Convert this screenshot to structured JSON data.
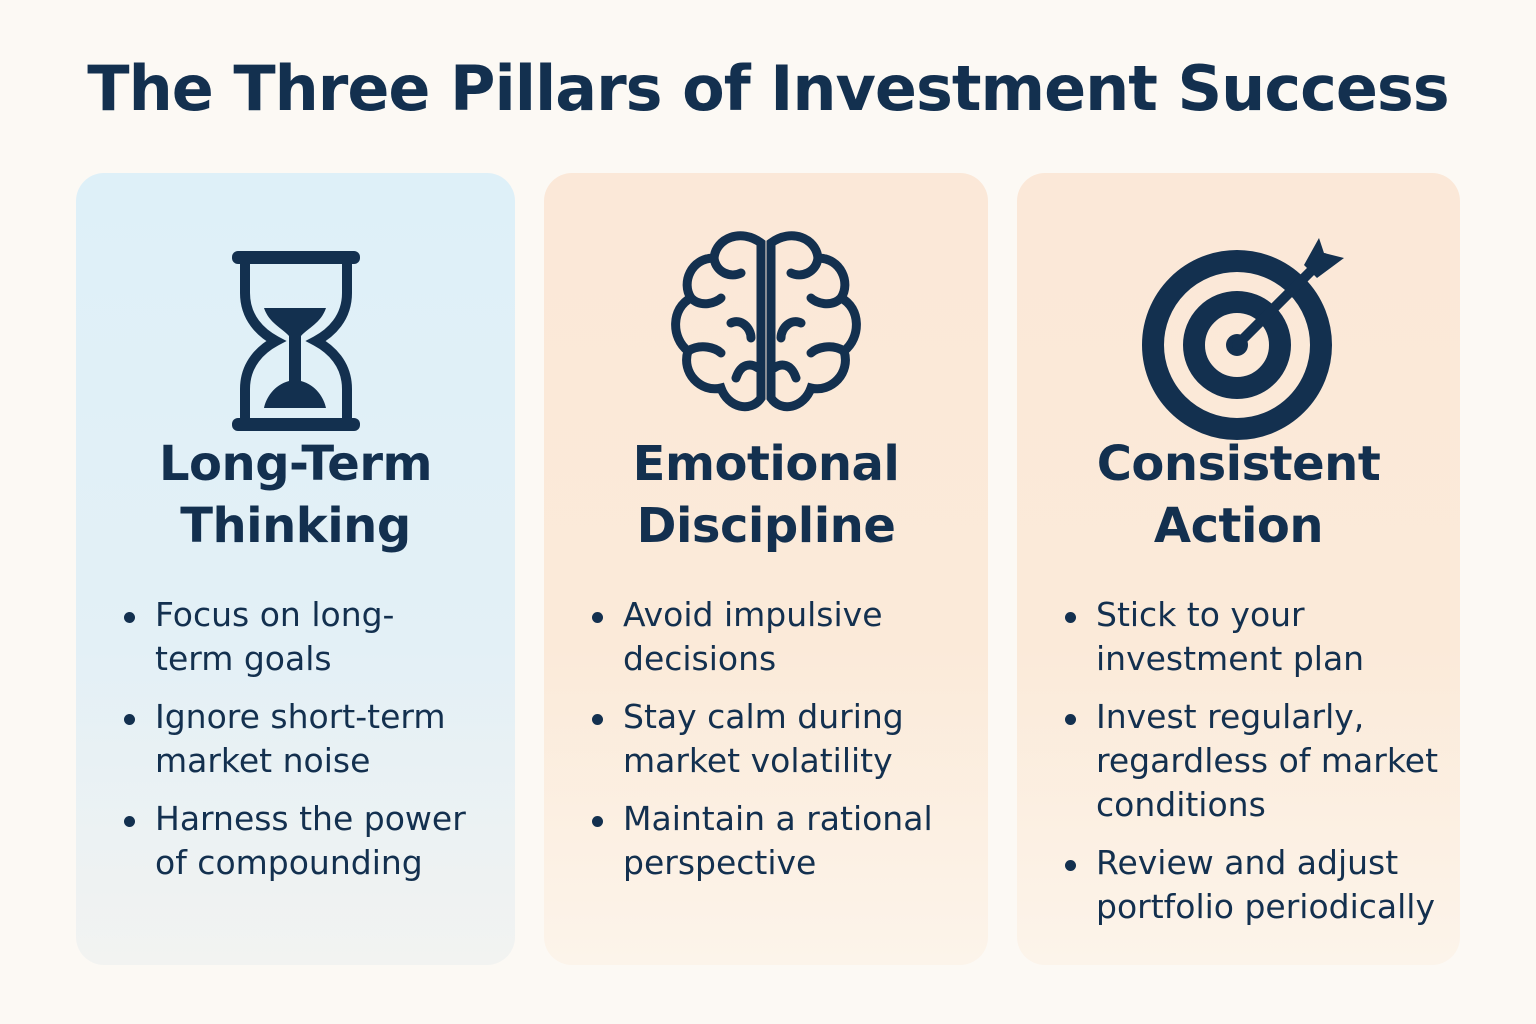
{
  "title": "The Three Pillars of Investment Success",
  "colors": {
    "background": "#fcf9f4",
    "navy": "#13304f",
    "blue_card": "#def0f8",
    "peach_card": "#fbe8d8"
  },
  "pillars": [
    {
      "icon": "hourglass-icon",
      "heading": "Long-Term Thinking",
      "bullets": [
        "Focus on long-term goals",
        "Ignore short-term market noise",
        "Harness the power of compounding"
      ]
    },
    {
      "icon": "brain-icon",
      "heading": "Emotional Discipline",
      "bullets": [
        "Avoid impulsive decisions",
        "Stay calm during market volatility",
        "Maintain a rational perspective"
      ]
    },
    {
      "icon": "target-icon",
      "heading": "Consistent Action",
      "bullets": [
        "Stick to your investment plan",
        "Invest regularly, regardless of market conditions",
        "Review and adjust portfolio periodically"
      ]
    }
  ]
}
